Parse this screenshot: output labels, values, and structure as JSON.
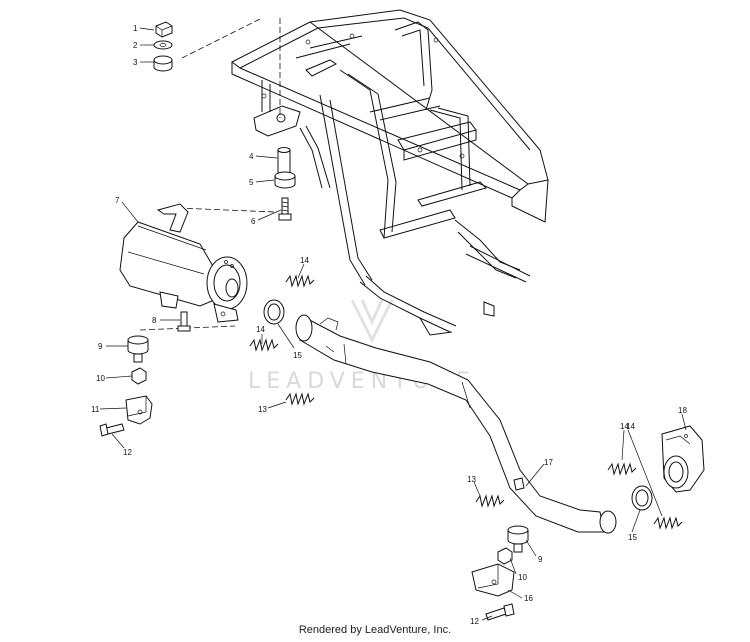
{
  "callouts": [
    {
      "label": "1"
    },
    {
      "label": "2"
    },
    {
      "label": "3"
    },
    {
      "label": "4"
    },
    {
      "label": "5"
    },
    {
      "label": "6"
    },
    {
      "label": "7"
    },
    {
      "label": "8"
    },
    {
      "label": "9"
    },
    {
      "label": "10"
    },
    {
      "label": "11"
    },
    {
      "label": "12"
    },
    {
      "label": "13"
    },
    {
      "label": "14"
    },
    {
      "label": "14"
    },
    {
      "label": "14"
    },
    {
      "label": "15"
    },
    {
      "label": "13"
    },
    {
      "label": "17"
    },
    {
      "label": "18"
    },
    {
      "label": "14"
    },
    {
      "label": "15"
    },
    {
      "label": "9"
    },
    {
      "label": "10"
    },
    {
      "label": "16"
    },
    {
      "label": "12"
    }
  ],
  "watermark": "LEADVENTURE",
  "footer": "Rendered by LeadVenture, Inc."
}
